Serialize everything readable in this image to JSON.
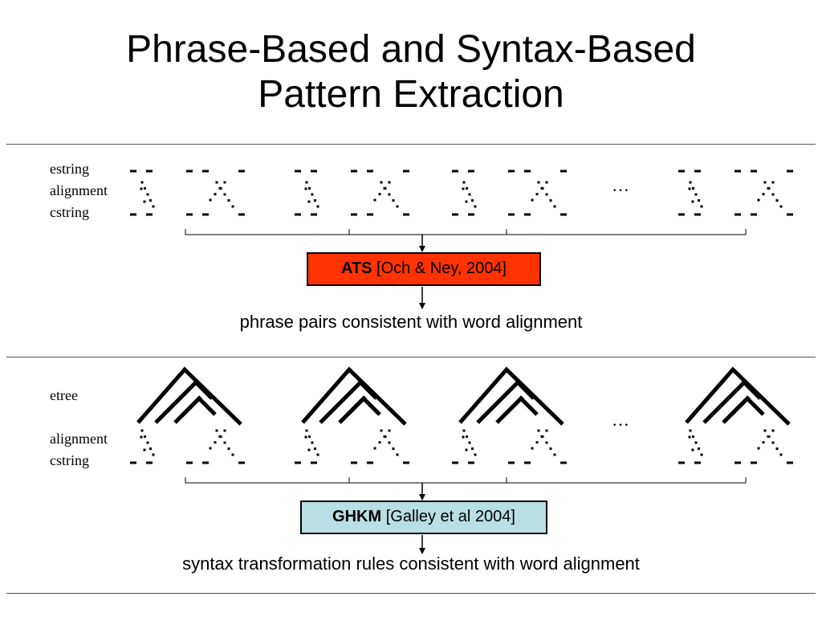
{
  "title_line1": "Phrase-Based and Syntax-Based",
  "title_line2": "Pattern Extraction",
  "top": {
    "labels": {
      "estring": "estring",
      "alignment": "alignment",
      "cstring": "cstring"
    },
    "ellipsis": "…",
    "box_bold": "ATS",
    "box_rest": " [Och & Ney, 2004]",
    "box_color": "#ff3300",
    "description": "phrase pairs consistent with word alignment"
  },
  "bottom": {
    "labels": {
      "etree": "etree",
      "alignment": "alignment",
      "cstring": "cstring"
    },
    "ellipsis": "…",
    "box_bold": "GHKM",
    "box_rest": " [Galley et al 2004]",
    "box_color": "#b8dfe3",
    "description": "syntax transformation rules consistent with word alignment"
  }
}
